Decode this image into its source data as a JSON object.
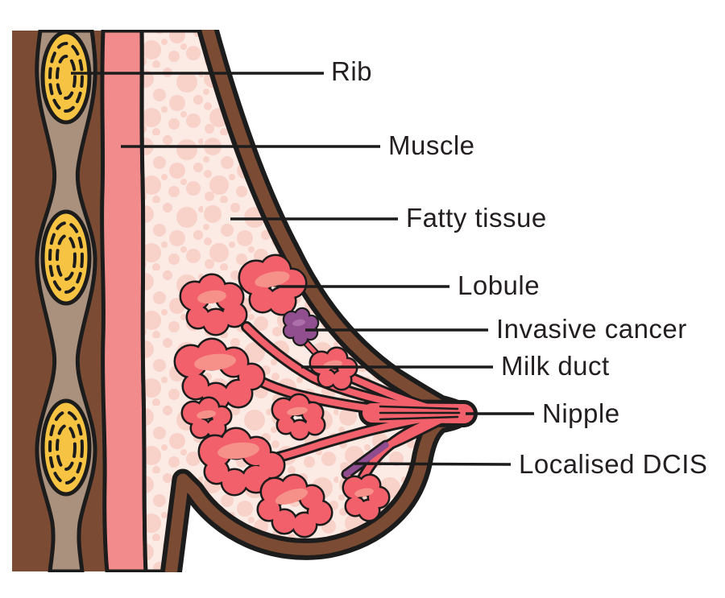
{
  "diagram": {
    "name": "breast-anatomy-cross-section",
    "labels": [
      {
        "id": "rib",
        "text": "Rib"
      },
      {
        "id": "muscle",
        "text": "Muscle"
      },
      {
        "id": "fatty-tissue",
        "text": "Fatty tissue"
      },
      {
        "id": "lobule",
        "text": "Lobule"
      },
      {
        "id": "invasive-cancer",
        "text": "Invasive cancer"
      },
      {
        "id": "milk-duct",
        "text": "Milk duct"
      },
      {
        "id": "nipple",
        "text": "Nipple"
      },
      {
        "id": "localised-dcis",
        "text": "Localised DCIS"
      }
    ],
    "colors": {
      "background": "#ffffff",
      "chest_brown": "#7B4B33",
      "skin_brown": "#7B4B33",
      "intercostal_tan": "#AA917D",
      "rib_yellow": "#F6C343",
      "muscle_pink": "#F28B8C",
      "fat_bg": "#FCEAE4",
      "fat_bubble": "#F8D2C9",
      "lobule_red": "#F2616B",
      "lobule_highlight": "#F6918A",
      "duct_red": "#F2616B",
      "cancer_purple": "#924F90",
      "cancer_highlight": "#AC6FA9",
      "dcis_purple": "#8F4C8E",
      "outline": "#1C1C1C",
      "label_ink": "#231F20"
    }
  }
}
